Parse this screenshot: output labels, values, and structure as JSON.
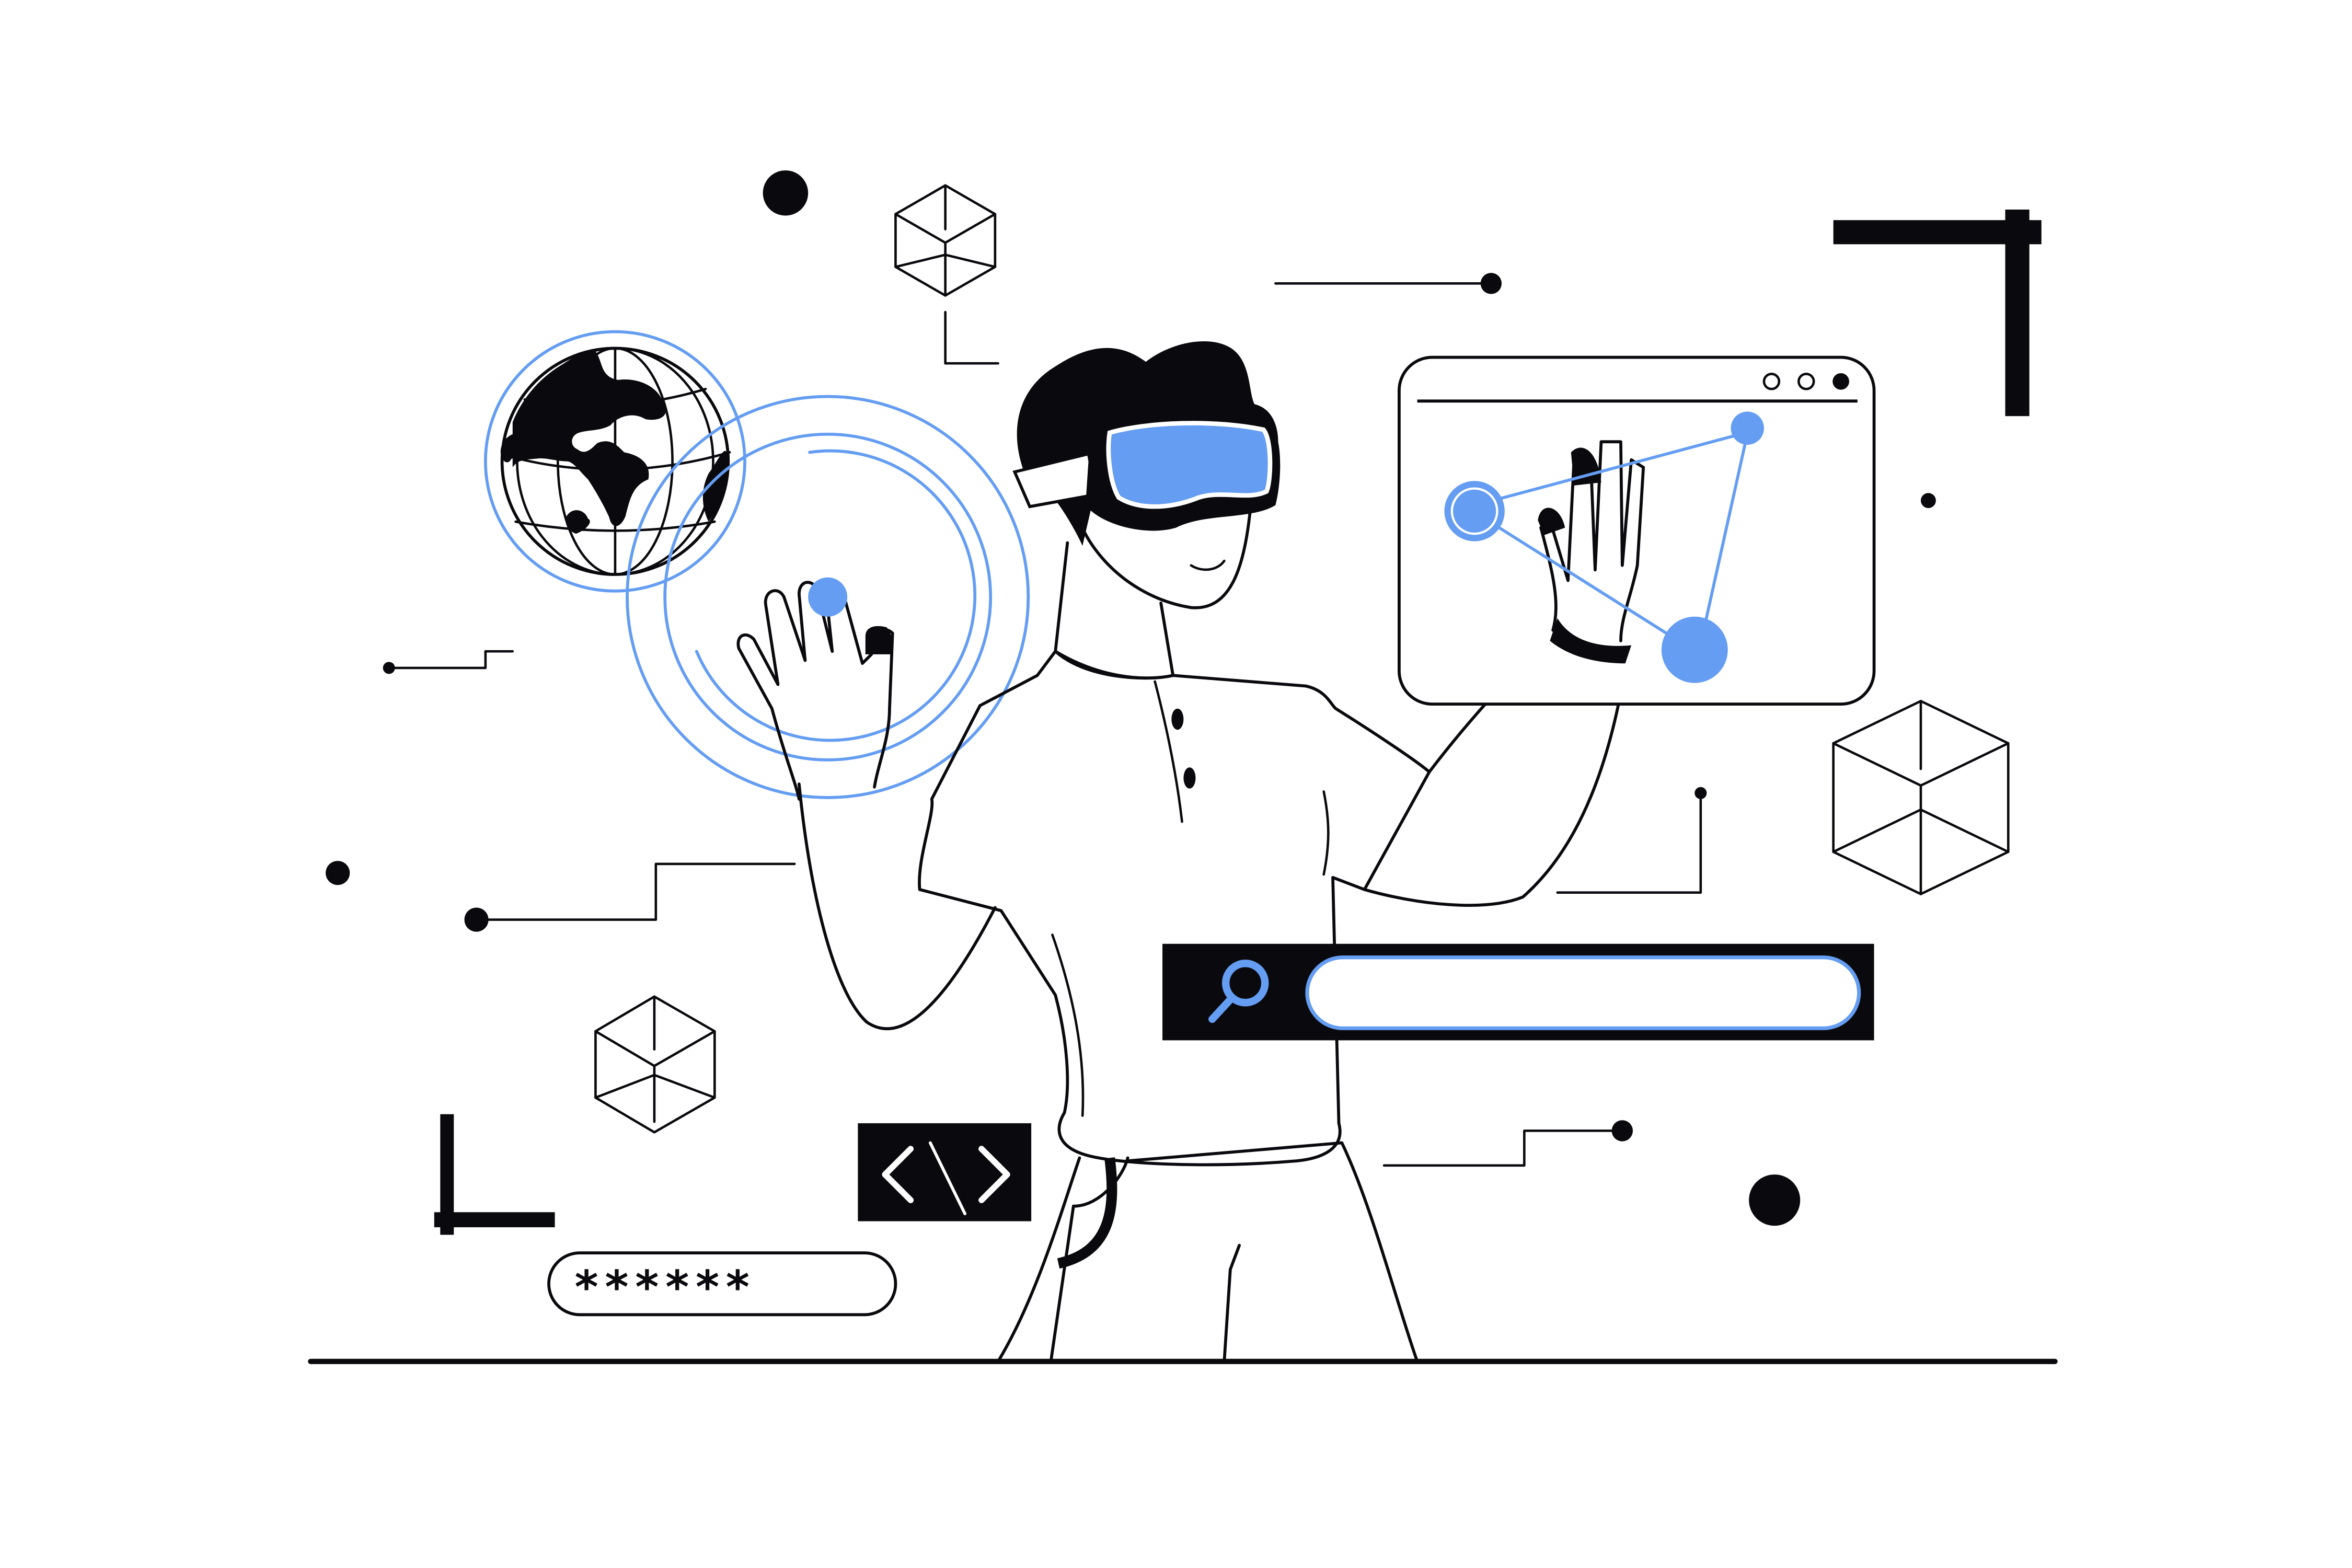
{
  "scene": {
    "title": "Person wearing VR headset interacting with virtual interfaces",
    "background_color": "#ffffff",
    "colors": {
      "accent_blue": "#649df2",
      "ink": "#0a0a0e",
      "white": "#ffffff"
    }
  },
  "password_field": {
    "value": "******",
    "icon": "asterisk-mask"
  },
  "search_bar": {
    "icon": "search-icon",
    "value": "",
    "placeholder": ""
  },
  "code_badge": {
    "icon": "code-brackets-icon",
    "glyph": "</>"
  },
  "browser_window": {
    "window_controls": [
      "circle-outline",
      "circle-outline",
      "circle-filled"
    ],
    "content": "node-graph"
  },
  "globe": {
    "icon": "globe-icon"
  },
  "decorations": {
    "cubes": 3,
    "corner_brackets": 2,
    "dots": 4,
    "connector_lines": 6
  }
}
